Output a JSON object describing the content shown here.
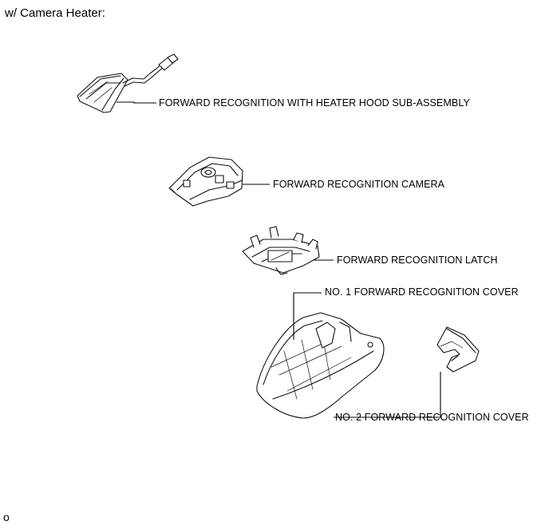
{
  "heading": "w/ Camera Heater:",
  "footer_mark": "o",
  "parts": {
    "hood": "FORWARD RECOGNITION WITH HEATER HOOD SUB-ASSEMBLY",
    "camera": "FORWARD RECOGNITION CAMERA",
    "latch": "FORWARD RECOGNITION LATCH",
    "cover1": "NO. 1 FORWARD RECOGNITION COVER",
    "cover2": "NO. 2 FORWARD RECOGNITION COVER"
  }
}
